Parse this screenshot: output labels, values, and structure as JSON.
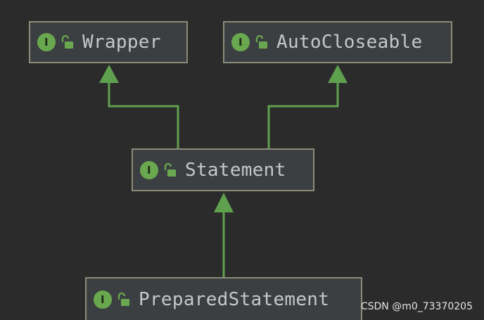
{
  "diagram": {
    "nodes": [
      {
        "id": "wrapper",
        "badge": "I",
        "label": "Wrapper"
      },
      {
        "id": "autocloseable",
        "badge": "I",
        "label": "AutoCloseable"
      },
      {
        "id": "statement",
        "badge": "I",
        "label": "Statement"
      },
      {
        "id": "prepared",
        "badge": "I",
        "label": "PreparedStatement"
      }
    ],
    "edges": [
      {
        "from": "statement",
        "to": "wrapper"
      },
      {
        "from": "statement",
        "to": "autocloseable"
      },
      {
        "from": "prepared",
        "to": "statement"
      }
    ]
  },
  "watermark": "CSDN @m0_73370205",
  "colors": {
    "background": "#2b2b2b",
    "node_fill": "#3c3f41",
    "node_border": "#8c8c7a",
    "edge": "#5fa04e",
    "badge": "#6aa84f"
  },
  "icons": {
    "badge": "interface-badge-icon",
    "lock": "unlocked-padlock-icon"
  }
}
